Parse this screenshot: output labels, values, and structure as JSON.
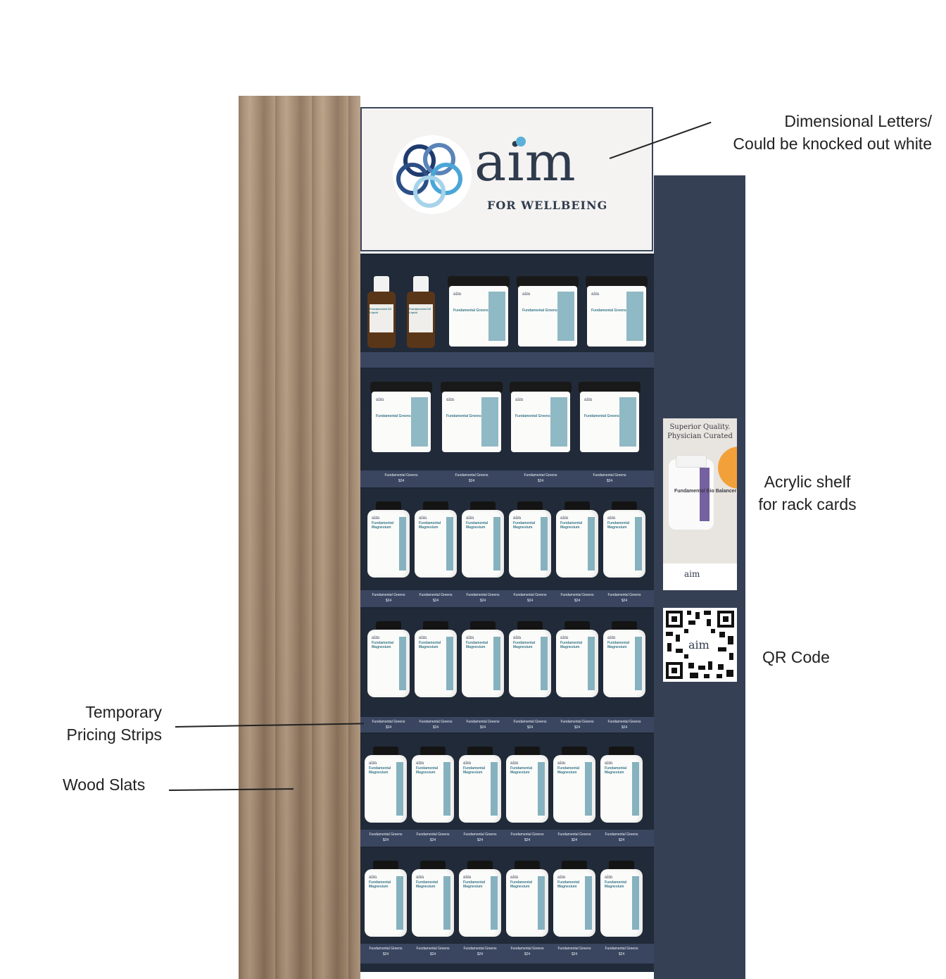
{
  "header": {
    "logo_word": "aim",
    "logo_tagline": "FOR WELLBEING"
  },
  "annotations": {
    "dimensional_1": "Dimensional Letters/",
    "dimensional_2": "Could be knocked out white",
    "acrylic_1": "Acrylic shelf",
    "acrylic_2": "for rack cards",
    "qr": "QR Code",
    "pricing_1": "Temporary",
    "pricing_2": "Pricing Strips",
    "wood": "Wood Slats"
  },
  "products": {
    "oil": "Fundamental D3 Liquid",
    "greens": "Fundamental Greens",
    "magnesium": "Fundamental Magnesium",
    "brand": "aim"
  },
  "price_strip": {
    "name": "Fundamental Greens",
    "price": "$24"
  },
  "rack_card": {
    "title": "Superior Quality. Physician Curated",
    "product": "Fundamental Bio Balancer",
    "logo": "aim"
  },
  "qr_code": {
    "logo": "aim"
  },
  "colors": {
    "navy": "#364055",
    "fixture": "#1e2634",
    "accent": "#5bb0d8",
    "label_band": "#86b2bf"
  }
}
